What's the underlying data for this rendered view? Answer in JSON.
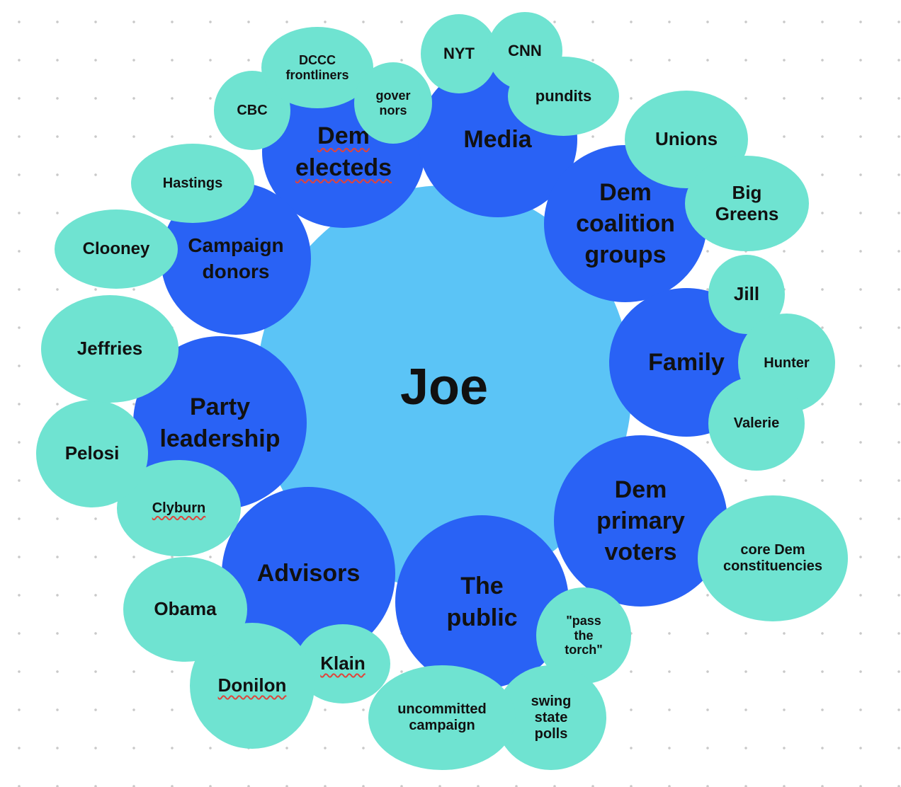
{
  "colors": {
    "center": "#5bc4f6",
    "group": "#2962f5",
    "leaf": "#6fe3d1"
  },
  "center": {
    "label": "Joe"
  },
  "groups": [
    {
      "name": "dem-electeds",
      "label": "Dem\nelecteds",
      "spell": true
    },
    {
      "name": "media",
      "label": "Media"
    },
    {
      "name": "dem-coalition-groups",
      "label": "Dem\ncoalition\ngroups"
    },
    {
      "name": "family",
      "label": "Family"
    },
    {
      "name": "dem-primary-voters",
      "label": "Dem\nprimary\nvoters"
    },
    {
      "name": "the-public",
      "label": "The\npublic"
    },
    {
      "name": "advisors",
      "label": "Advisors"
    },
    {
      "name": "party-leadership",
      "label": "Party\nleadership"
    },
    {
      "name": "campaign-donors",
      "label": "Campaign\ndonors"
    }
  ],
  "leaves": [
    {
      "name": "cbc",
      "label": "CBC"
    },
    {
      "name": "dccc-frontliners",
      "label": "DCCC\nfrontliners"
    },
    {
      "name": "governors",
      "label": "gover\nnors"
    },
    {
      "name": "nyt",
      "label": "NYT"
    },
    {
      "name": "cnn",
      "label": "CNN"
    },
    {
      "name": "pundits",
      "label": "pundits"
    },
    {
      "name": "unions",
      "label": "Unions"
    },
    {
      "name": "big-greens",
      "label": "Big\nGreens"
    },
    {
      "name": "jill",
      "label": "Jill"
    },
    {
      "name": "hunter",
      "label": "Hunter"
    },
    {
      "name": "valerie",
      "label": "Valerie"
    },
    {
      "name": "core-dem-constituencies",
      "label": "core Dem\nconstituencies"
    },
    {
      "name": "pass-the-torch",
      "label": "\"pass\nthe\ntorch\""
    },
    {
      "name": "swing-state-polls",
      "label": "swing\nstate\npolls"
    },
    {
      "name": "uncommitted-campaign",
      "label": "uncommitted\ncampaign"
    },
    {
      "name": "klain",
      "label": "Klain",
      "spell": true
    },
    {
      "name": "donilon",
      "label": "Donilon",
      "spell": true
    },
    {
      "name": "obama",
      "label": "Obama"
    },
    {
      "name": "clyburn",
      "label": "Clyburn",
      "spell": true
    },
    {
      "name": "pelosi",
      "label": "Pelosi"
    },
    {
      "name": "jeffries",
      "label": "Jeffries"
    },
    {
      "name": "clooney",
      "label": "Clooney"
    },
    {
      "name": "hastings",
      "label": "Hastings"
    }
  ]
}
